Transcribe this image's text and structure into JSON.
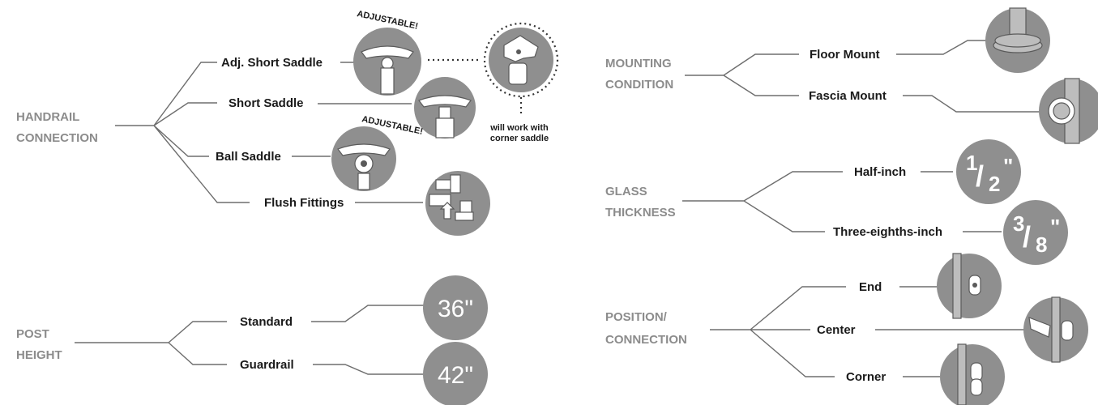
{
  "handrail": {
    "category": [
      "HANDRAIL",
      "CONNECTION"
    ],
    "options": [
      "Adj. Short Saddle",
      "Short Saddle",
      "Ball Saddle",
      "Flush Fittings"
    ],
    "adjustable_label": "ADJUSTABLE!",
    "corner_note": [
      "will work with",
      "corner saddle"
    ]
  },
  "post_height": {
    "category": [
      "POST",
      "HEIGHT"
    ],
    "options": [
      "Standard",
      "Guardrail"
    ],
    "values": [
      "36\"",
      "42\""
    ]
  },
  "mounting": {
    "category": [
      "MOUNTING",
      "CONDITION"
    ],
    "options": [
      "Floor Mount",
      "Fascia Mount"
    ]
  },
  "glass": {
    "category": [
      "GLASS",
      "THICKNESS"
    ],
    "options": [
      "Half-inch",
      "Three-eighths-inch"
    ],
    "fractions": [
      {
        "num": "1",
        "den": "2",
        "mark": "\""
      },
      {
        "num": "3",
        "den": "8",
        "mark": "\""
      }
    ]
  },
  "position": {
    "category": [
      "POSITION/",
      "CONNECTION"
    ],
    "options": [
      "End",
      "Center",
      "Corner"
    ]
  },
  "icons": [
    "saddle-adjustable-icon",
    "corner-saddle-icon",
    "short-saddle-icon",
    "ball-saddle-icon",
    "flush-fittings-icon",
    "floor-mount-icon",
    "fascia-mount-icon",
    "end-clamp-icon",
    "center-clamp-icon",
    "corner-clamp-icon"
  ]
}
